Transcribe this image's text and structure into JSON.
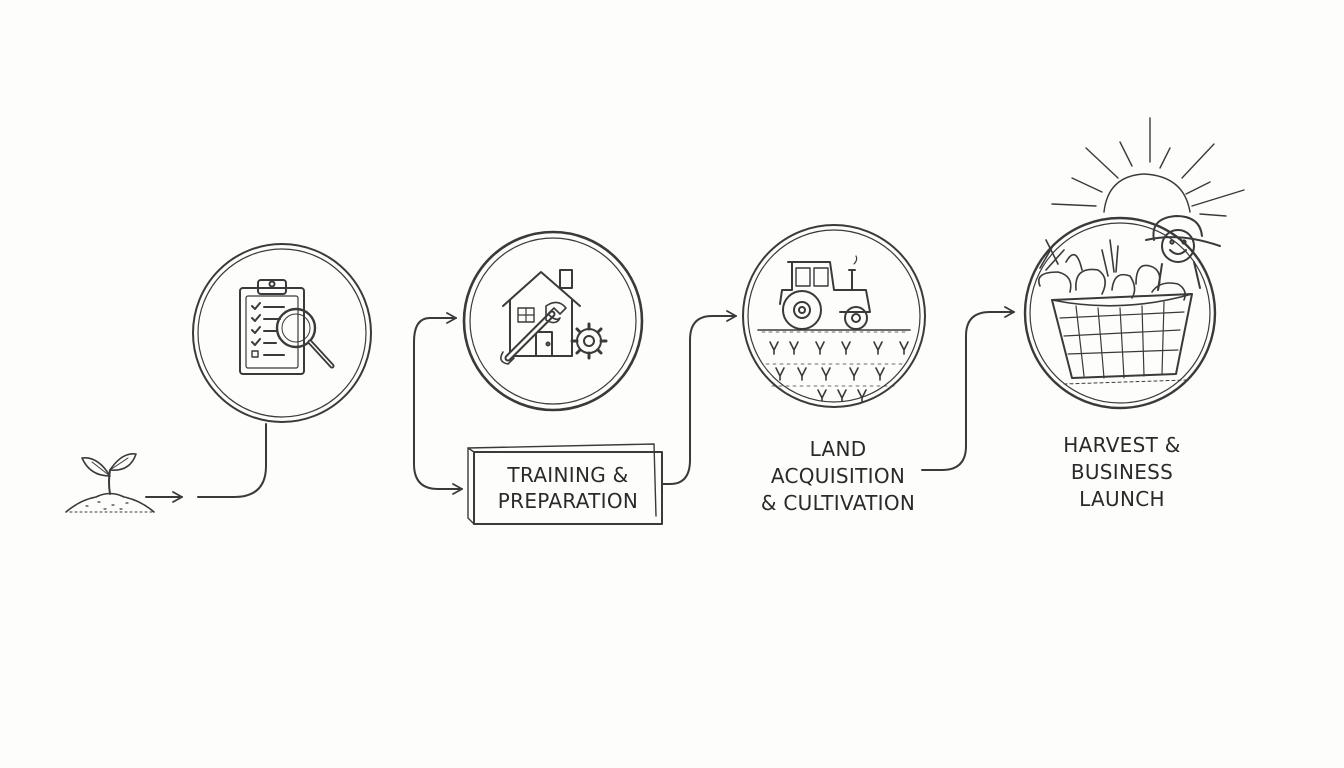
{
  "steps": [
    {
      "id": "assessment",
      "icon": "clipboard-magnifier-icon",
      "label": ""
    },
    {
      "id": "training",
      "icon": "house-wrench-gear-icon",
      "label": "TRAINING &\nPREPARATION"
    },
    {
      "id": "land",
      "icon": "tractor-field-icon",
      "label": "LAND\nACQUISITION\n& CULTIVATION"
    },
    {
      "id": "harvest",
      "icon": "harvest-basket-farmer-icon",
      "label": "HARVEST &\nBUSINESS\nLAUNCH"
    }
  ],
  "colors": {
    "ink": "#3a3a3a",
    "background": "#fdfdfc"
  }
}
